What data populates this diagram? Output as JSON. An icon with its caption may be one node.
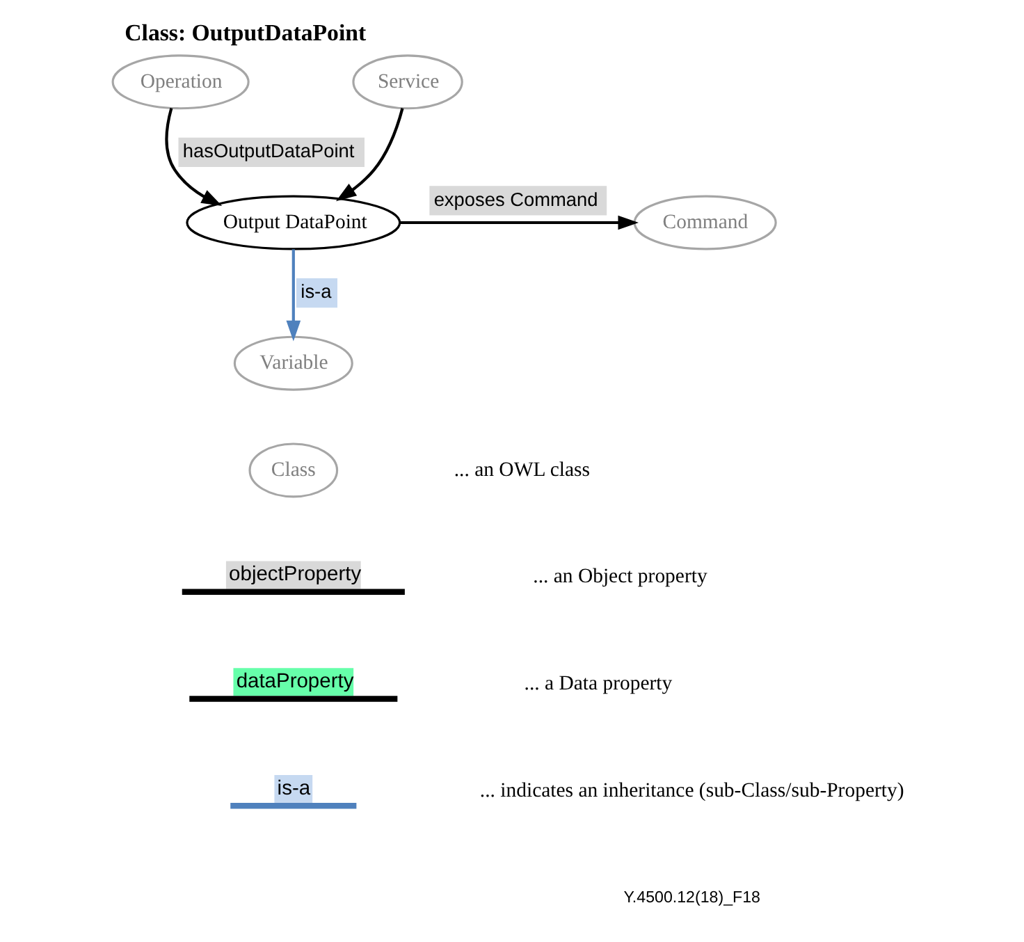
{
  "diagram": {
    "title": "Class: OutputDataPoint",
    "nodes": [
      {
        "text": [
          "Operation"
        ]
      },
      {
        "text": [
          "Service"
        ]
      },
      {
        "text": [
          "Output DataPoint"
        ]
      },
      {
        "text": [
          "Command"
        ]
      },
      {
        "text": [
          "Variable"
        ]
      }
    ],
    "edges": [
      {
        "from": 0,
        "to": 2,
        "arrow": "to",
        "label": "hasOutputDataPoint"
      },
      {
        "from": 1,
        "to": 2,
        "arrow": "to"
      },
      {
        "from": 2,
        "to": 3,
        "arrow": "to",
        "label": "exposes Command"
      },
      {
        "from": 2,
        "to": 4,
        "arrow": "to",
        "label": "is-a",
        "color": "#4f81bd"
      }
    ],
    "labels": [
      "Class",
      "objectProperty",
      "dataProperty",
      "is-a",
      "Y.4500.12(18)_F18"
    ],
    "legend": [
      {
        "text": "... an OWL class"
      },
      {
        "text": "... an Object property"
      },
      {
        "text": "... a Data property"
      },
      {
        "text": "... indicates an inheritance (sub-Class/sub-Property)"
      }
    ]
  }
}
